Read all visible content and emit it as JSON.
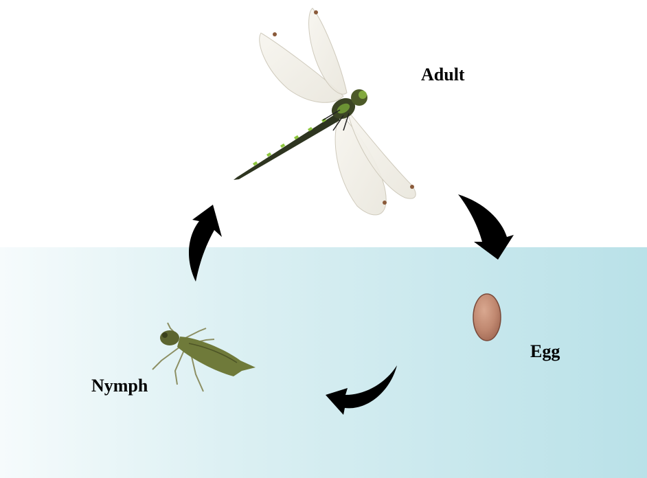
{
  "stages": {
    "adult": "Adult",
    "egg": "Egg",
    "nymph": "Nymph"
  },
  "colors": {
    "water_light": "#f4fafb",
    "water_dark": "#bde3ea",
    "arrow": "#000000",
    "egg": "#c08870",
    "dragonfly_body": "#2e3520",
    "dragonfly_stripe": "#8ec63f",
    "nymph_body": "#6f7a3a"
  },
  "icons": [
    "dragonfly-adult-icon",
    "egg-icon",
    "nymph-icon",
    "cycle-arrow-icon"
  ]
}
